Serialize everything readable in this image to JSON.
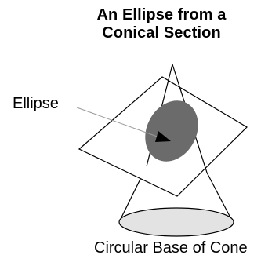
{
  "title": {
    "line1": "An Ellipse from a",
    "line2": "Conical Section"
  },
  "labels": {
    "ellipse": "Ellipse",
    "base": "Circular Base of Cone"
  },
  "colors": {
    "stroke": "#000000",
    "plane_fill": "#ffffff",
    "ellipse_fill": "#6b6b6b",
    "base_fill": "#e3e3e3",
    "leader_line": "#9a9a9a"
  }
}
